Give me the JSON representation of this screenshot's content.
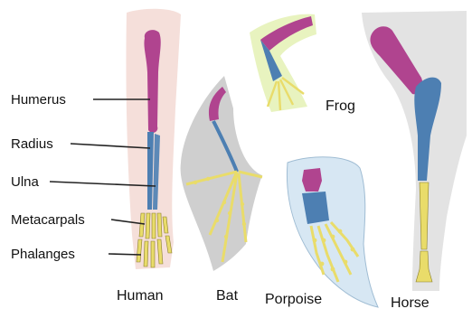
{
  "bone_labels": {
    "humerus": "Humerus",
    "radius": "Radius",
    "ulna": "Ulna",
    "metacarpals": "Metacarpals",
    "phalanges": "Phalanges"
  },
  "animal_captions": {
    "human": "Human",
    "bat": "Bat",
    "porpoise": "Porpoise",
    "horse": "Horse",
    "frog": "Frog"
  },
  "colors": {
    "humerus": "#b0448f",
    "radius_ulna": "#4d7fb2",
    "hand_bones": "#e9dc6a",
    "hand_outline": "#8a7f2a",
    "human_skin": "#f3d9d3",
    "bat_wing": "#cfcfcf",
    "frog_skin": "#e6f2b8",
    "porpoise_fin": "#d7e7f3",
    "horse_leg": "#dcdcdc",
    "leader_line": "#222222"
  }
}
